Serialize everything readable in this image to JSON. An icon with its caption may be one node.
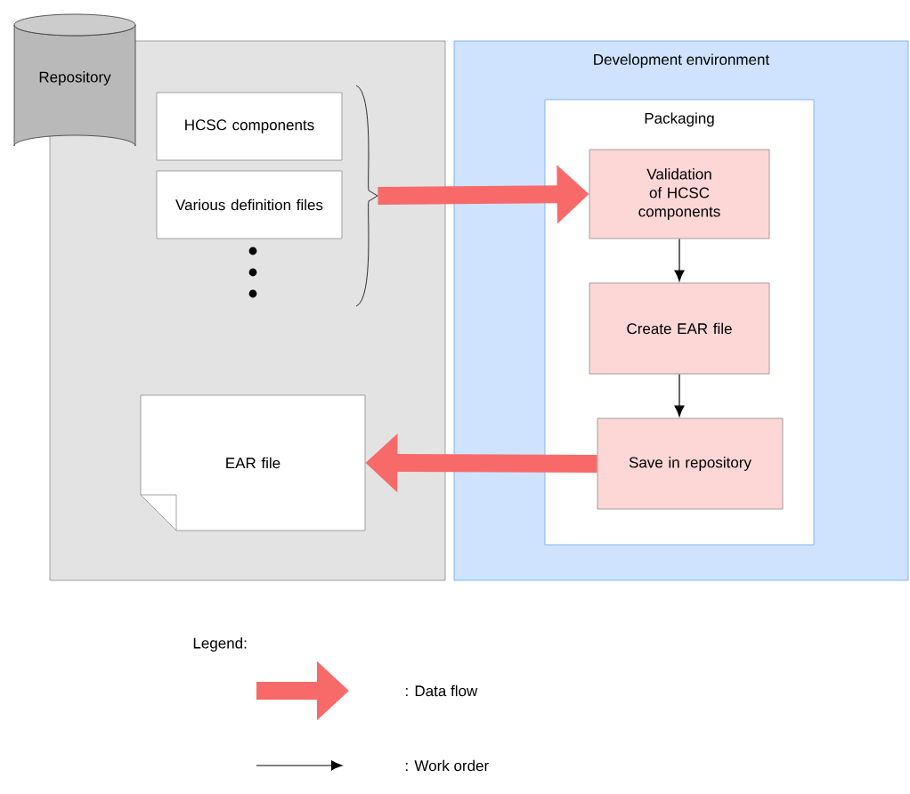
{
  "diagram": {
    "nodes": [
      {
        "text": [
          "Repository"
        ]
      },
      {
        "text": [],
        "shape": "box"
      },
      {
        "text": [
          "Development environment"
        ]
      },
      {
        "text": [
          "Packaging"
        ],
        "in": 2
      },
      {
        "text": [
          "Validation of HCSC components"
        ],
        "in": 3
      },
      {
        "text": [
          "Create EAR file"
        ],
        "in": 3
      },
      {
        "text": [
          "Save in repository"
        ],
        "in": 3
      },
      {
        "text": [
          "HCSC components"
        ],
        "in": 1
      },
      {
        "text": [
          "Various definition files"
        ],
        "in": 1
      },
      {
        "text": [
          "EAR file"
        ],
        "in": 1
      },
      {
        "text": [],
        "shape": "bracket",
        "in": 1
      }
    ],
    "edges": [
      {
        "from": 10,
        "to": 4,
        "arrow": "to",
        "style": "thick",
        "color": "#f86a6a"
      },
      {
        "from": 4,
        "to": 5,
        "arrow": "to",
        "color": "#000000"
      },
      {
        "from": 5,
        "to": 6,
        "arrow": "to",
        "color": "#000000"
      },
      {
        "from": 6,
        "to": 9,
        "arrow": "to",
        "style": "thick",
        "color": "#f86a6a"
      }
    ],
    "labels": [
      "Legend:"
    ],
    "legend": [
      {
        "text": ": Data flow"
      },
      {
        "text": ": Work order"
      }
    ]
  }
}
